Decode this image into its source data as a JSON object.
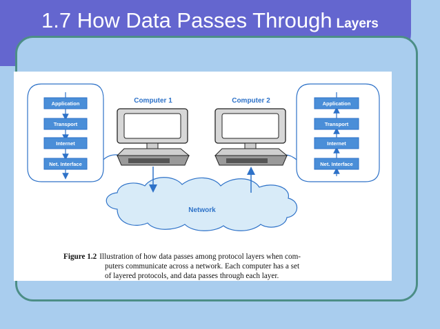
{
  "slide": {
    "title_main": "1.7 How Data Passes Through",
    "title_tail": "Layers",
    "colors": {
      "background": "#a9cdee",
      "title_bar": "#6466cf",
      "frame_border": "#4c8e86",
      "diagram_blue": "#2e72c8",
      "layer_box": "#4a8ed8"
    }
  },
  "diagram": {
    "computer1_label": "Computer 1",
    "computer2_label": "Computer 2",
    "network_label": "Network",
    "left_stack": [
      "Application",
      "Transport",
      "Internet",
      "Net. Interface"
    ],
    "right_stack": [
      "Application",
      "Transport",
      "Internet",
      "Net. Interface"
    ]
  },
  "caption": {
    "label": "Figure 1.2",
    "line1": "Illustration of how data passes among protocol layers when com-",
    "line2": "puters communicate across a network.  Each computer has a set",
    "line3": "of layered protocols, and data passes through each layer."
  }
}
